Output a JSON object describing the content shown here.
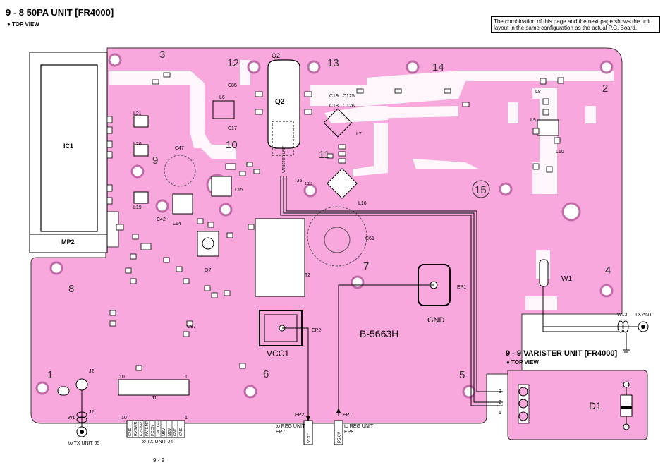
{
  "header": {
    "title": "9 - 8 50PA UNIT [FR4000]",
    "view": "● TOP VIEW",
    "note": "The combination of this page and the next page shows the unit layout in the same configuration as the actual P.C. Board."
  },
  "pa_board": {
    "labels": {
      "ic1": "IC1",
      "mp2": "MP2",
      "q2": "Q2",
      "q2_top": "Q2",
      "varistor": "VARISTOR UNIT",
      "board_code": "B-5663H",
      "vcc1": "VCC1",
      "gnd": "GND",
      "ep1": "EP1",
      "ep2": "EP2",
      "t2": "T2",
      "c61": "C61",
      "l16": "L16",
      "l7": "L7",
      "w1": "W1",
      "j1": "J1",
      "j2": "J2",
      "l14": "L14",
      "l15": "L15",
      "l6": "L6",
      "c85": "C85",
      "c17": "C17",
      "c47": "C47",
      "c42": "C42",
      "c97": "C97",
      "q7": "Q7",
      "l19": "L19",
      "l20": "L20",
      "l21": "L21",
      "l8": "L8",
      "l9": "L9",
      "l10": "L10",
      "c19": "C19",
      "c125": "C125",
      "c18": "C18",
      "c126": "C126",
      "j5": "J5",
      "j5_pins": "1 2 3",
      "j1_pin10": "10",
      "j1_pin1": "1"
    },
    "hole_numbers": [
      "1",
      "2",
      "3",
      "4",
      "5",
      "6",
      "7",
      "8",
      "9",
      "10",
      "11",
      "12",
      "13",
      "14",
      "15"
    ]
  },
  "connectors": {
    "j1_pin_first": "10",
    "j1_pin_last": "1",
    "j1_pins": [
      "GND",
      "RVSWR",
      "FVSWR",
      "PATEMP",
      "PCON",
      "TMUTE2",
      "M8V",
      "M8V",
      "GND",
      "GND"
    ],
    "to_tx_unit_j4": "to TX UNIT J4",
    "w1": "W1",
    "j2": "J2",
    "to_tx_unit_j5": "to TX UNIT J5",
    "ep2": "EP2",
    "ep2_to": "to REG UNIT",
    "ep2_ref": "EP7",
    "ep2_wire": "VCC1",
    "ep1": "EP1",
    "ep1_to": "to REG UNIT",
    "ep1_ref": "EP8",
    "ep1_wire": "P5.0V"
  },
  "varister": {
    "title": "9 - 9 VARISTER UNIT [FR4000]",
    "view": "● TOP VIEW",
    "d1": "D1",
    "pin3": "3",
    "pin2": "2",
    "pin1": "1"
  },
  "antenna": {
    "w13": "W13",
    "tx_ant": "TX ANT"
  },
  "footer": {
    "page": "9 - 9"
  },
  "colors": {
    "board": "#f8a8dc",
    "trace": "#ffffff",
    "outline": "#000000"
  }
}
